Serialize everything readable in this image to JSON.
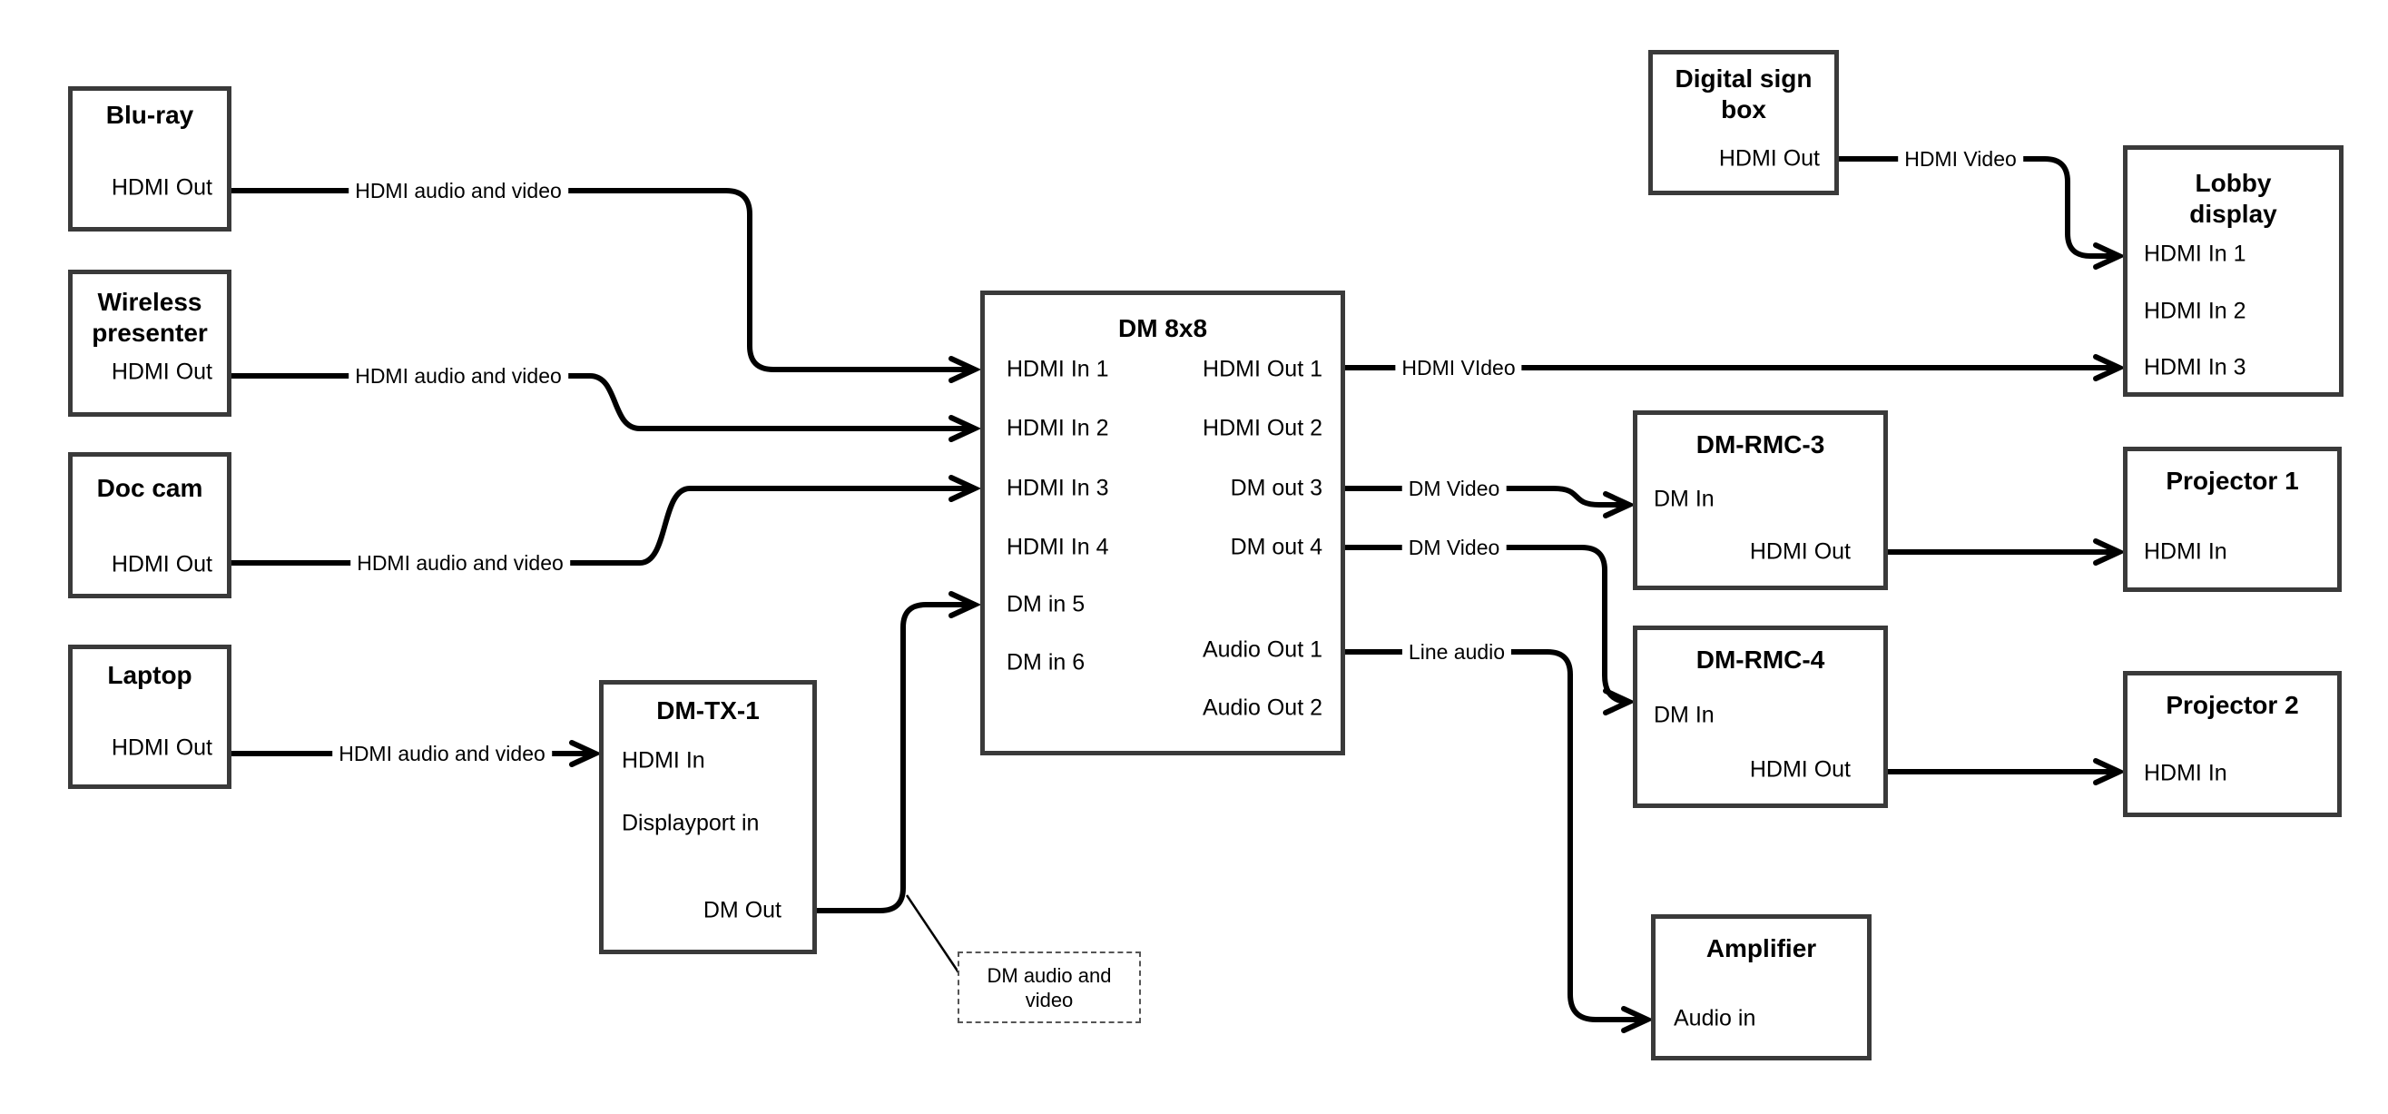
{
  "nodes": {
    "bluray": {
      "title": "Blu-ray",
      "ports": {
        "hdmi_out": "HDMI Out"
      }
    },
    "wireless_presenter": {
      "title": "Wireless presenter",
      "ports": {
        "hdmi_out": "HDMI Out"
      }
    },
    "doc_cam": {
      "title": "Doc cam",
      "ports": {
        "hdmi_out": "HDMI Out"
      }
    },
    "laptop": {
      "title": "Laptop",
      "ports": {
        "hdmi_out": "HDMI Out"
      }
    },
    "dm_tx_1": {
      "title": "DM-TX-1",
      "ports": {
        "hdmi_in": "HDMI In",
        "displayport_in": "Displayport in",
        "dm_out": "DM Out"
      }
    },
    "dm_8x8": {
      "title": "DM 8x8",
      "ports": {
        "hdmi_in_1": "HDMI In 1",
        "hdmi_in_2": "HDMI In 2",
        "hdmi_in_3": "HDMI In 3",
        "hdmi_in_4": "HDMI In 4",
        "dm_in_5": "DM in 5",
        "dm_in_6": "DM in 6",
        "hdmi_out_1": "HDMI Out 1",
        "hdmi_out_2": "HDMI Out 2",
        "dm_out_3": "DM out 3",
        "dm_out_4": "DM out 4",
        "audio_out_1": "Audio Out 1",
        "audio_out_2": "Audio Out 2"
      }
    },
    "digital_sign_box": {
      "title": "Digital sign box",
      "ports": {
        "hdmi_out": "HDMI Out"
      }
    },
    "lobby_display": {
      "title": "Lobby display",
      "ports": {
        "hdmi_in_1": "HDMI In 1",
        "hdmi_in_2": "HDMI In 2",
        "hdmi_in_3": "HDMI In 3"
      }
    },
    "dm_rmc_3": {
      "title": "DM-RMC-3",
      "ports": {
        "dm_in": "DM In",
        "hdmi_out": "HDMI Out"
      }
    },
    "projector_1": {
      "title": "Projector 1",
      "ports": {
        "hdmi_in": "HDMI In"
      }
    },
    "dm_rmc_4": {
      "title": "DM-RMC-4",
      "ports": {
        "dm_in": "DM In",
        "hdmi_out": "HDMI Out"
      }
    },
    "projector_2": {
      "title": "Projector 2",
      "ports": {
        "hdmi_in": "HDMI In"
      }
    },
    "amplifier": {
      "title": "Amplifier",
      "ports": {
        "audio_in": "Audio in"
      }
    }
  },
  "wires": {
    "bluray_to_dm8x8": "HDMI audio and video",
    "wireless_to_dm8x8": "HDMI audio and video",
    "doccam_to_dm8x8": "HDMI audio and video",
    "laptop_to_dmtx1": "HDMI audio and video",
    "hdmiout1_to_lobby": "HDMI VIdeo",
    "dmout3_to_rmc3": "DM Video",
    "dmout4_to_rmc4": "DM Video",
    "audioout1_to_amplifier": "Line audio",
    "signbox_to_lobby": "HDMI Video"
  },
  "annotation": {
    "dm_audio_video": "DM audio and video"
  },
  "colors": {
    "wire": "#000000",
    "box_border": "#3a3a3a",
    "background": "#ffffff",
    "text": "#000000"
  }
}
